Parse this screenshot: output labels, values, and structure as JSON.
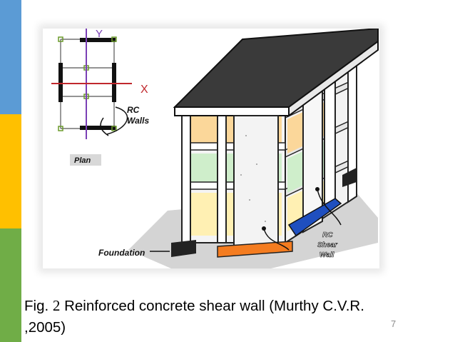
{
  "slide": {
    "accent_colors": [
      "#5b9bd5",
      "#ffc000",
      "#70ad47"
    ],
    "number": "7"
  },
  "figure": {
    "axis_y": "Y",
    "axis_x": "X",
    "rc_walls_line1": "RC",
    "rc_walls_line2": "Walls",
    "plan": "Plan",
    "foundation": "Foundation",
    "shear_line1": "RC",
    "shear_line2": "Shear",
    "shear_line3": "Wall"
  },
  "caption": {
    "prefix": "Fig.",
    "number": "2",
    "text": "Reinforced concrete shear wall (Murthy C.V.R.",
    "text_line2": ",2005)"
  }
}
